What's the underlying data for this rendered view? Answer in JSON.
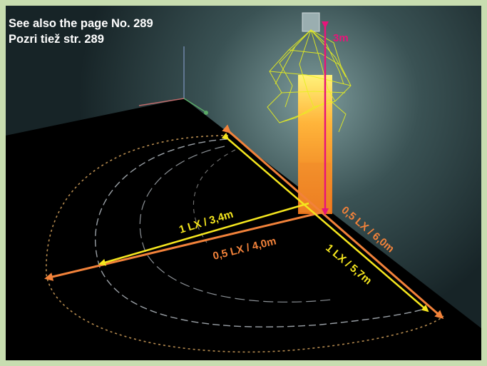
{
  "note": {
    "line1": "See also the page No. 289",
    "line2": "Pozri tiež str. 289"
  },
  "height_label": "3m",
  "labels": {
    "lx1_short": "1 LX / 3,4m",
    "lx05_short": "0,5 LX / 4,0m",
    "lx05_long": "0,5 LX / 6,0m",
    "lx1_long": "1 LX / 5,7m"
  },
  "colors": {
    "frame_green": "#c8ddb0",
    "yellow": "#f5e61e",
    "orange": "#f2823a",
    "magenta": "#e8147a",
    "post": "#f5a623"
  },
  "icons": [
    "lamp-head",
    "light-distribution-wireframe",
    "axis-gizmo"
  ]
}
